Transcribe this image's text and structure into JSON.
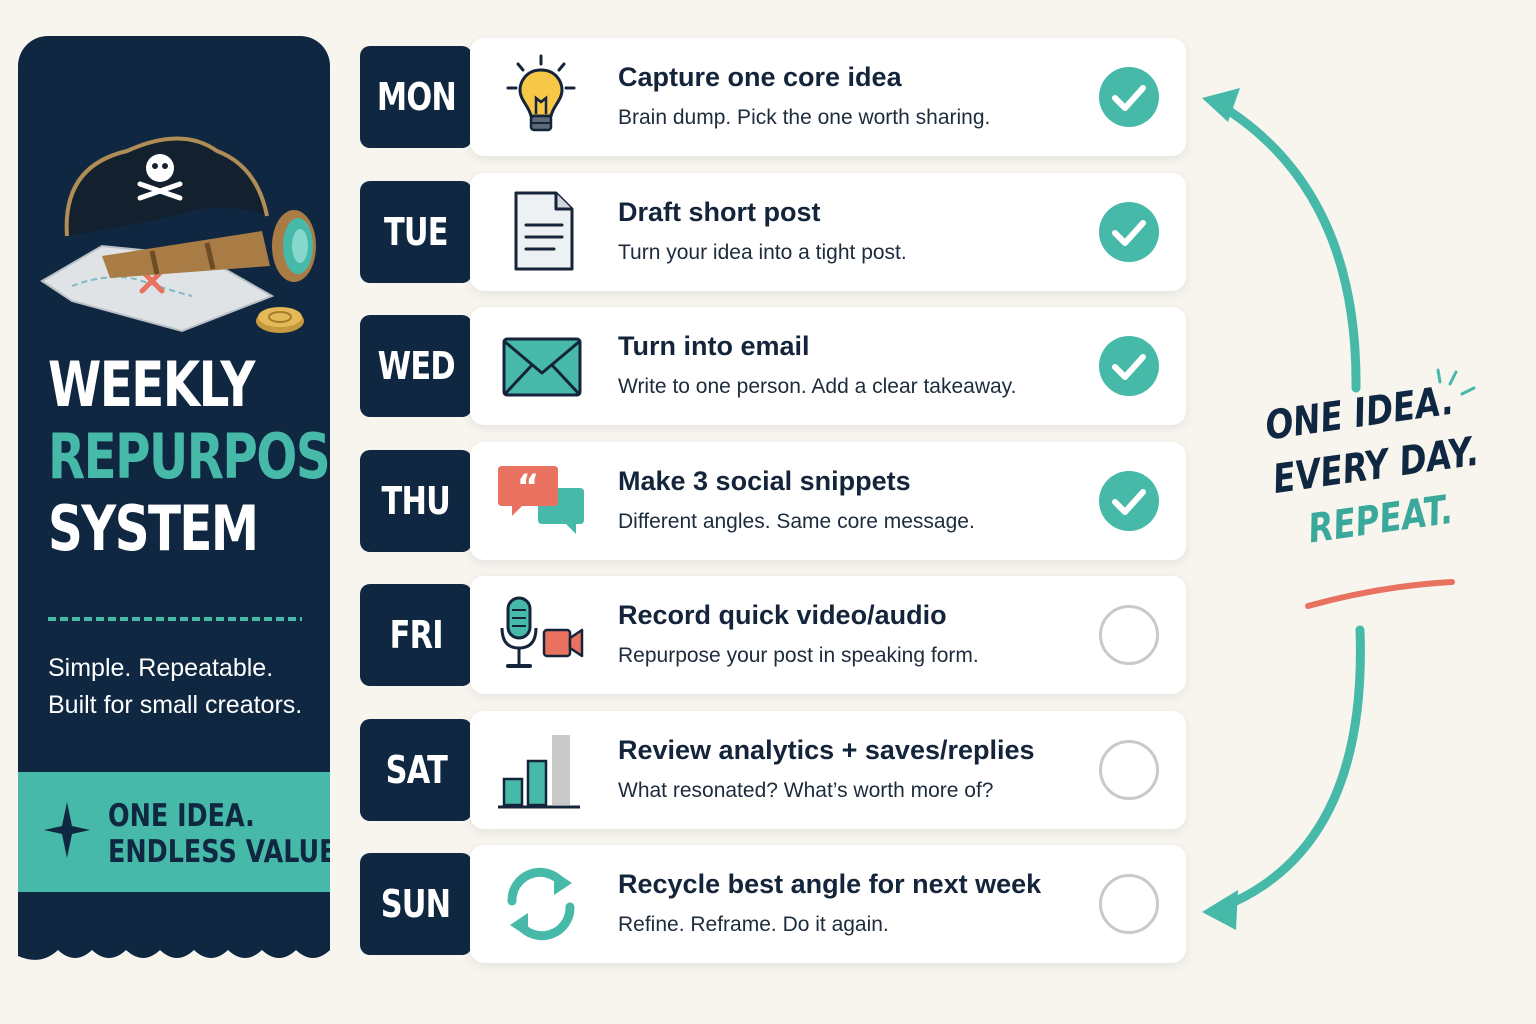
{
  "sidebar": {
    "title_lines": [
      "WEEKLY",
      "REPURPOSING",
      "SYSTEM"
    ],
    "tagline": "Simple. Repeatable. Built for small creators.",
    "motto_lines": [
      "ONE IDEA.",
      "ENDLESS VALUE."
    ],
    "illustration_icons": [
      "pirate-hat-icon",
      "spyglass-icon",
      "treasure-map-icon",
      "coin-icon"
    ]
  },
  "days": [
    {
      "day": "MON",
      "title": "Capture one core idea",
      "desc": "Brain dump. Pick the one worth sharing.",
      "icon": "lightbulb-icon",
      "done": true
    },
    {
      "day": "TUE",
      "title": "Draft short post",
      "desc": "Turn your idea into a tight post.",
      "icon": "document-icon",
      "done": true
    },
    {
      "day": "WED",
      "title": "Turn into email",
      "desc": "Write to one person. Add a clear takeaway.",
      "icon": "envelope-icon",
      "done": true
    },
    {
      "day": "THU",
      "title": "Make 3 social snippets",
      "desc": "Different angles. Same core message.",
      "icon": "chat-bubbles-icon",
      "done": true
    },
    {
      "day": "FRI",
      "title": "Record quick video/audio",
      "desc": "Repurpose your post in speaking form.",
      "icon": "microphone-camera-icon",
      "done": false
    },
    {
      "day": "SAT",
      "title": "Review analytics + saves/replies",
      "desc": "What resonated? What’s worth more of?",
      "icon": "bar-chart-icon",
      "done": false
    },
    {
      "day": "SUN",
      "title": "Recycle best angle for next week",
      "desc": "Refine. Reframe. Do it again.",
      "icon": "refresh-icon",
      "done": false
    }
  ],
  "loop": {
    "lines": [
      "ONE IDEA.",
      "EVERY DAY.",
      "REPEAT."
    ]
  },
  "colors": {
    "navy": "#0f2740",
    "teal": "#47b9a9",
    "coral": "#e8715f",
    "background": "#f8f5ef",
    "check_empty": "#c9c9c9"
  }
}
